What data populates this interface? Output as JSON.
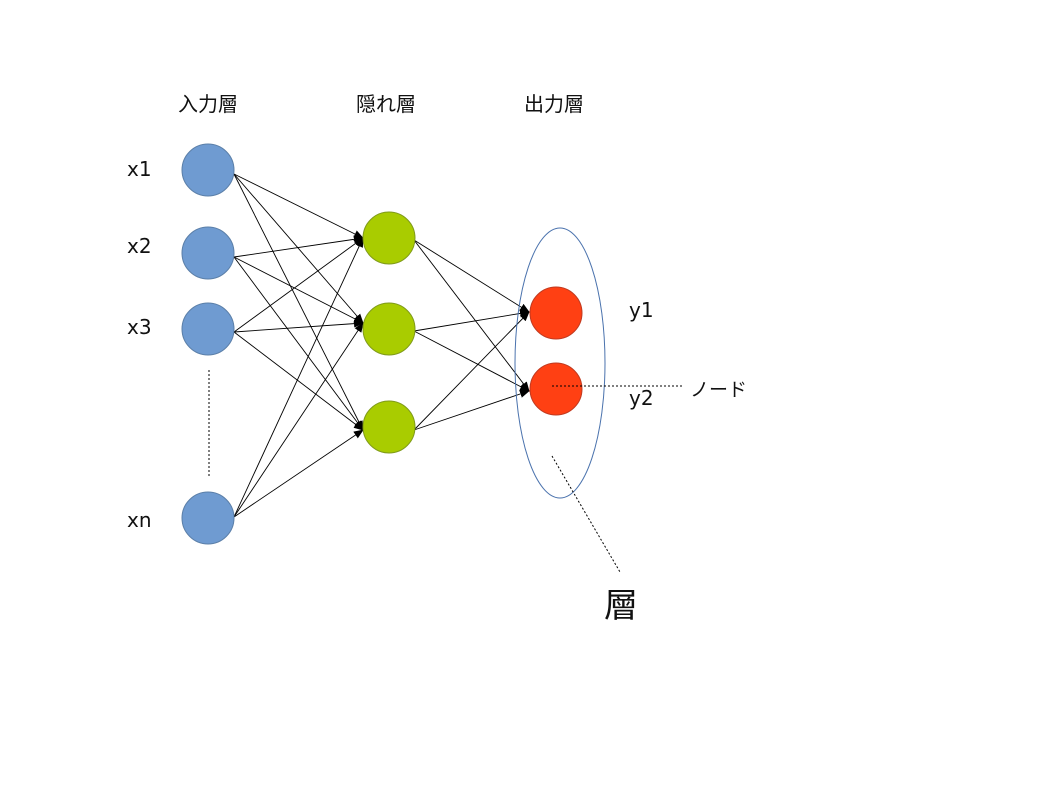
{
  "headers": {
    "input": "入力層",
    "hidden": "隠れ層",
    "output": "出力層"
  },
  "inputs": [
    "x1",
    "x2",
    "x3",
    "xn"
  ],
  "outputs": [
    "y1",
    "y2"
  ],
  "annotations": {
    "node": "ノード",
    "layer": "層"
  },
  "colors": {
    "input_node": "#6f9bd1",
    "hidden_node": "#a9cc00",
    "output_node": "#ff4013",
    "node_stroke": "#5b7fa8",
    "layer_outline": "#4a72ad",
    "edge": "#000000"
  }
}
